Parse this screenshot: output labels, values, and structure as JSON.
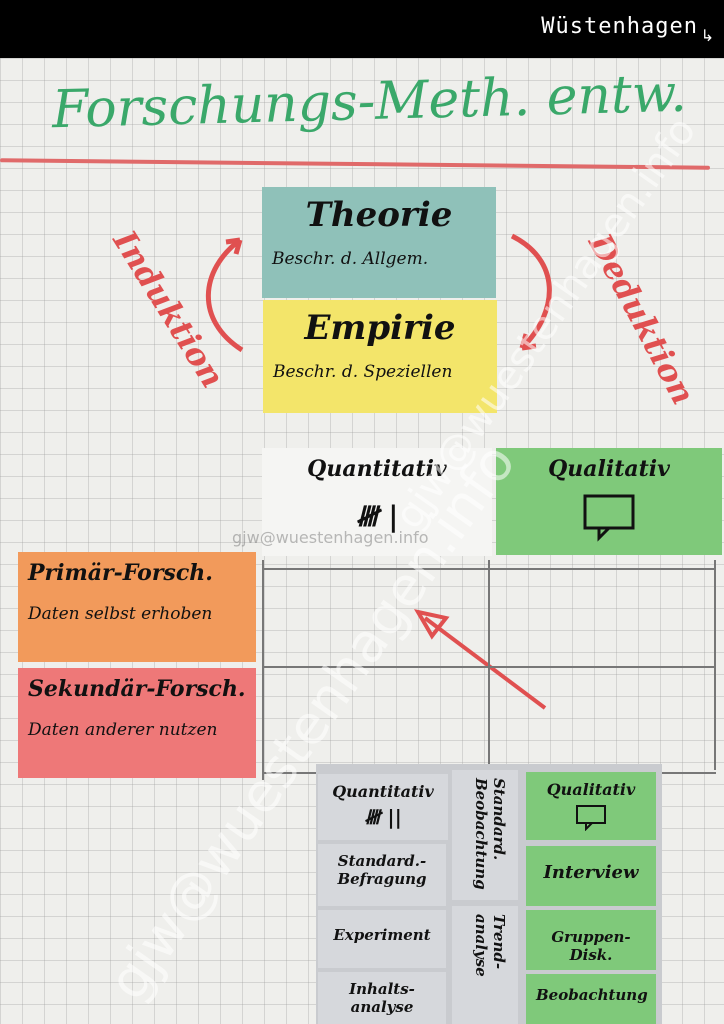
{
  "header": {
    "brand": "Wüstenhagen",
    "brand_arrow": "↳"
  },
  "board": {
    "title": "Forschungs-Meth. entw.",
    "side_labels": {
      "left": "Induktion",
      "right": "Deduktion"
    },
    "theorie": {
      "heading": "Theorie",
      "sub": "Beschr. d. Allgem."
    },
    "empirie": {
      "heading": "Empirie",
      "sub": "Beschr. d. Speziellen"
    },
    "columns": {
      "quantitativ": {
        "heading": "Quantitativ",
        "mark": "𝍸 |"
      },
      "qualitativ": {
        "heading": "Qualitativ"
      }
    },
    "rows": {
      "primaer": {
        "heading": "Primär-Forsch.",
        "sub": "Daten selbst erhoben"
      },
      "sekundaer": {
        "heading": "Sekundär-Forsch.",
        "sub": "Daten anderer nutzen"
      }
    },
    "bottom_notes": {
      "quant": "Quantitativ",
      "quant_mark": "𝍸 ||",
      "standard_befragung": "Standard.- Befragung",
      "experiment": "Experiment",
      "inhaltsanalyse": "Inhalts- analyse",
      "standard_beobachtung": "Standard. Beobachtung",
      "trendanalyse": "Trend- analyse",
      "qual": "Qualitativ",
      "interview": "Interview",
      "gruppen_disk": "Gruppen-Disk.",
      "beobachtung": "Beobachtung"
    },
    "watermarks": [
      "gjw@wuestenhagen.info",
      "gjw@wuestenhagen.info",
      "gjw@wuestenhagen.info"
    ]
  },
  "colors": {
    "title": "#3aa86a",
    "redline": "#e06a6a",
    "teal": "#8fc1b9",
    "yellow": "#f3e56a",
    "green": "#7fc97a",
    "orange": "#f29a5b",
    "red": "#ee7878",
    "gray": "#d6d8dc"
  }
}
